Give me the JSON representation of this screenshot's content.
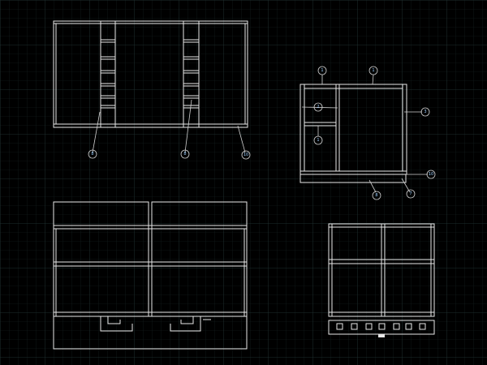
{
  "drawing": {
    "background_color": "#000000",
    "line_color": "#e8e8e8",
    "grid_color": "#1a2a2a",
    "views": {
      "top_plan": {
        "balloons": [
          "8",
          "8",
          "10"
        ]
      },
      "side_section": {
        "balloons": [
          "1",
          "1",
          "2",
          "1",
          "3",
          "10",
          "8",
          "7"
        ]
      },
      "front_elevation": {},
      "end_elevation": {}
    }
  }
}
